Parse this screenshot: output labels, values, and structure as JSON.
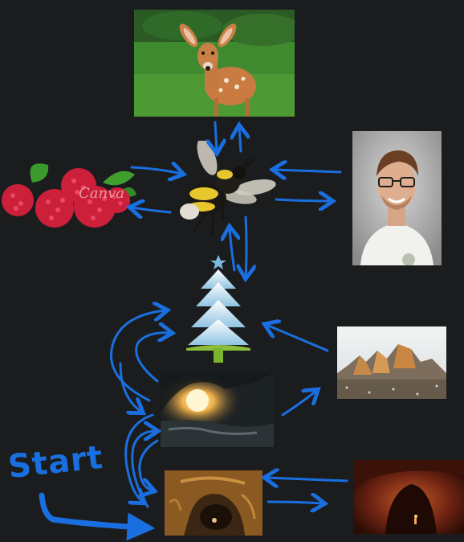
{
  "colors": {
    "background": "#1b1c1d",
    "arrow": "#1a6fe0"
  },
  "start_label": "Start",
  "raspberry_watermark": "Canva",
  "nodes": [
    {
      "id": "deer",
      "icon": "deer-photo"
    },
    {
      "id": "bee",
      "icon": "bumblebee-photo"
    },
    {
      "id": "man",
      "icon": "smiling-man-photo"
    },
    {
      "id": "raspberries",
      "icon": "raspberries-photo"
    },
    {
      "id": "tree",
      "icon": "pine-tree-icon"
    },
    {
      "id": "mountains",
      "icon": "mountain-peaks-photo"
    },
    {
      "id": "cave-opening",
      "icon": "cave-opening-photo"
    },
    {
      "id": "cave-tunnel",
      "icon": "cave-tunnel-photo"
    },
    {
      "id": "red-cave",
      "icon": "red-cave-photo"
    }
  ]
}
